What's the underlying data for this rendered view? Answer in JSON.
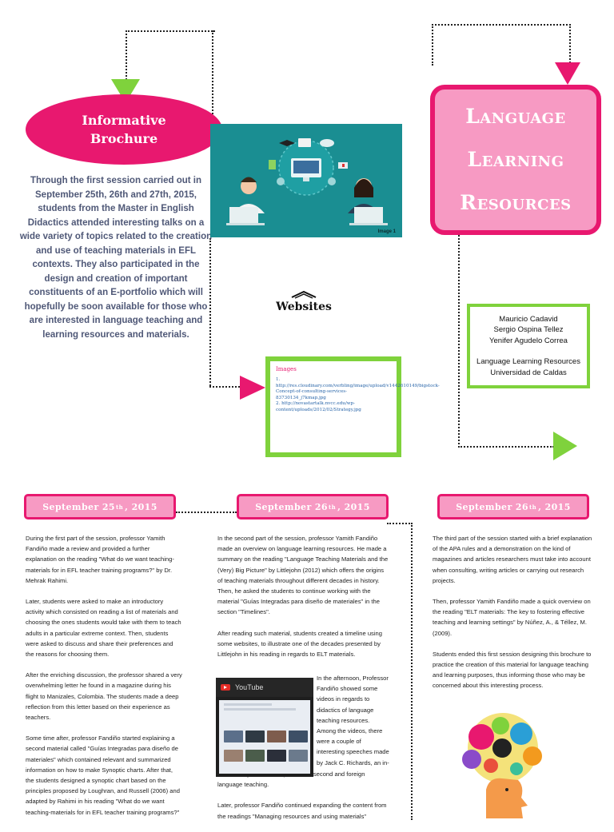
{
  "colors": {
    "magenta": "#e8186f",
    "pink": "#f79ac3",
    "green": "#7fd23c",
    "teal": "#1a8e92",
    "intro_text": "#4f5877"
  },
  "title": "Informative\nBrochure",
  "intro": "Through the first session carried out in September 25th, 26th and 27th, 2015, students from the Master in English Didactics attended interesting talks on a wide variety of topics related to the creation and use of teaching materials in EFL contexts. They also participated in the design and creation of important constituents of an E-portfolio which will hopefully be soon available for those who are interested in language teaching and learning resources and materials.",
  "hero_image": {
    "label": "Image 1",
    "icons": [
      "graduation-cap-icon",
      "video-icon",
      "document-icon",
      "pen-icon",
      "cloud-icon",
      "monitor-icon",
      "teacher-avatar-icon",
      "student-avatar-icon"
    ]
  },
  "websites_label": "Websites",
  "images_box": {
    "title": "Images",
    "links": [
      "1. http://res.cloudinary.com/verbling/image/upload/v1442610149/bigstock-Concept-of-consulting-services-83730134_j7kmap.jpg",
      "2. http://novastartalk.nvcc.edu/wp-content/uploads/2012/02/Strategy.jpg"
    ]
  },
  "lang_title": [
    "Language",
    "Learning",
    "Resources"
  ],
  "authors": {
    "names": [
      "Mauricio Cadavid",
      "Sergio Ospina Tellez",
      "Yenifer Agudelo Correa"
    ],
    "course": "Language Learning Resources",
    "university": "Universidad de Caldas"
  },
  "dates": [
    {
      "month": "September 25",
      "sup": "th",
      "year": ", 2015"
    },
    {
      "month": "September 26",
      "sup": "th",
      "year": ", 2015"
    },
    {
      "month": "September 26",
      "sup": "th",
      "year": ", 2015"
    }
  ],
  "col1": [
    "During the first part of the session, professor Yamith Fandiño made a review and provided a further explanation on the reading \"What do we want teaching-materials for in EFL teacher training programs?\" by Dr. Mehrak Rahimi.",
    "Later, students were asked to make an introductory activity which consisted on reading a list of materials and choosing the ones students would take with them to teach adults in a particular extreme context. Then, students were asked to discuss and share their preferences and the reasons for choosing them.",
    "After the enriching discussion, the professor shared a very overwhelming letter he found in a magazine during his flight to Manizales, Colombia. The students made a deep reflection from this letter based on their experience as teachers.",
    "Some time after, professor Fandiño started explaining a second material called \"Guías Integradas para diseño de materiales\" which contained relevant and summarized information on how to make Synoptic charts. After that, the students designed a synoptic chart based on the principles proposed by Loughran, and Russell (2006) and adapted by Rahimi in his reading \"What do we want teaching-materials for in EFL teacher training programs?\""
  ],
  "col2a": [
    "In the second part of the session, professor Yamith Fandiño made an overview on language learning resources. He made a summary on the reading \"Language Teaching Materials and the (Very) Big Picture\" by Littlejohn (2012) which offers the origins of teaching materials throughout different decades in history. Then, he asked the students to continue working with the material \"Guías Integradas para diseño de materiales\" in the section \"Timelines\".",
    "After reading such material, students created a timeline using some websites, to illustrate one of the decades presented by Littlejohn in his reading in regards to ELT materials."
  ],
  "col2_wrap": "In the afternoon, Professor Fandiño showed some videos in regards to didactics of language teaching resources. Among the videos, there were a couple of interesting speeches made by Jack C. Richards, an in-",
  "col2_after": "ternationally renowned specialist in second and foreign language teaching.",
  "col2_last": "Later, professor Fandiño continued expanding the content from the readings \"Managing resources and using materials\"",
  "youtube_label": "YouTube",
  "col3": [
    "The third part of the session started with a brief explanation of the APA rules and a demonstration on the kind of magazines and articles researchers must take into account when consulting, writing articles or carrying out research projects.",
    "Then, professor Yamith Fandiño made a quick overview on the reading \"ELT materials: The key to fostering effective teaching and learning settings\" by Núñez, A., & Téllez, M. (2009).",
    "Students ended this first session designing this brochure to practice the creation of this material for language teaching and learning purposes, thus informing those who may be concerned about this interesting process."
  ]
}
